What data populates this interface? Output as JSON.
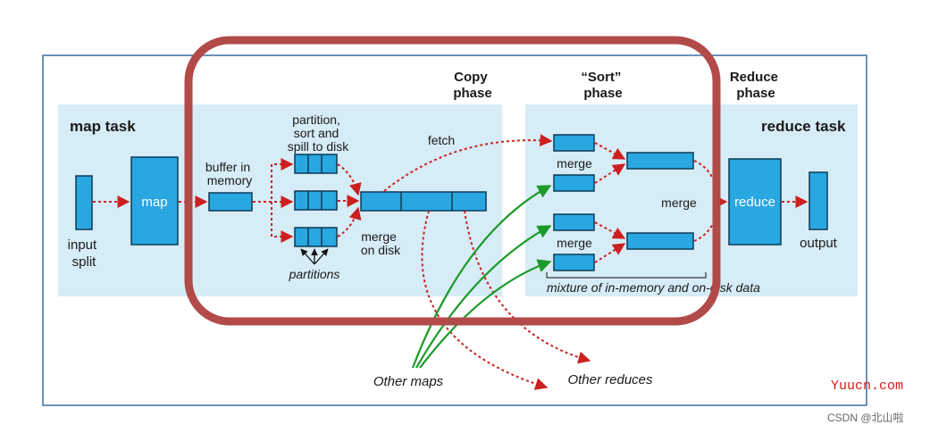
{
  "phases": {
    "copy": [
      "Copy",
      "phase"
    ],
    "sort": [
      "“Sort”",
      "phase"
    ],
    "reduce": [
      "Reduce",
      "phase"
    ]
  },
  "map_task": {
    "title": "map task",
    "input": [
      "input",
      "split"
    ],
    "map": "map",
    "buffer": [
      "buffer in",
      "memory"
    ],
    "spill": [
      "partition,",
      "sort and",
      "spill to disk"
    ],
    "partitions": "partitions",
    "merge_on_disk": [
      "merge",
      "on disk"
    ]
  },
  "fetch": "fetch",
  "reduce_task": {
    "title": "reduce task",
    "merge_top": "merge",
    "merge_mid": "merge",
    "merge_bottom": "merge",
    "mixture": "mixture of in-memory and on-disk data",
    "reduce": "reduce",
    "output": "output"
  },
  "other_maps": "Other maps",
  "other_reduces": "Other reduces",
  "watermark": {
    "site": "Yuucn.com",
    "credit": "CSDN @北山啦"
  },
  "colors": {
    "panel": "#d6ecf6",
    "box": "#29a7e1",
    "box_stroke": "#0d3a57",
    "arrow_red": "#cc2020",
    "arrow_green": "#1c9a2a",
    "highlight": "#b24a4a",
    "frame": "#3a6ea5"
  }
}
